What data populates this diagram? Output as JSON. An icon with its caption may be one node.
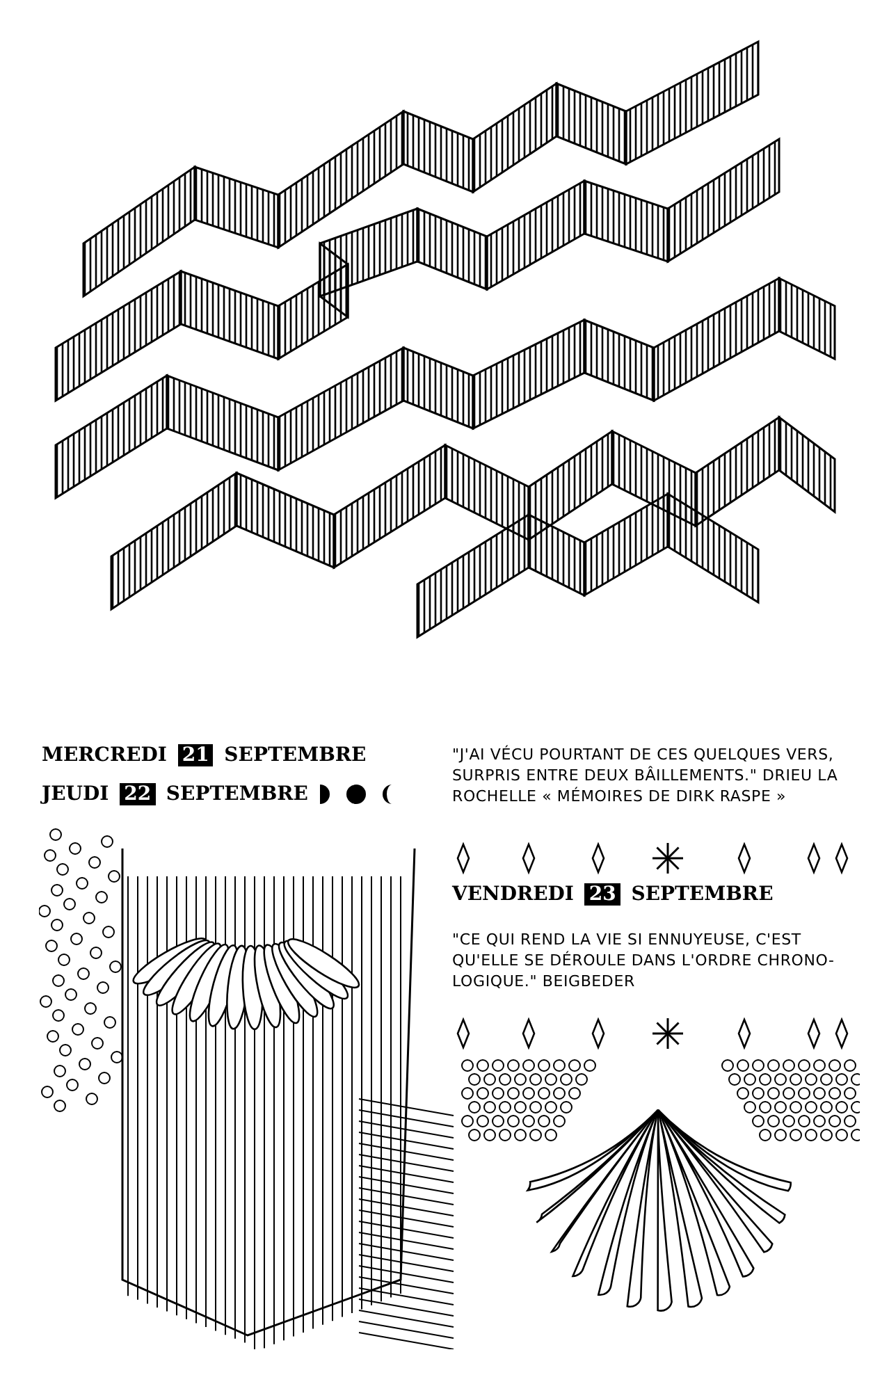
{
  "diagram": {
    "labels": [
      "MERCREDI 21 SEPTEMBRE",
      "JEUDI 22 SEPTEMBRE",
      "\"J'AI VÉCU POURTANT DE CES QUELQUES VERS, SURPRIS ENTRE DEUX BÂILLEMENTS.\" DRIEU LA ROCHELLE « MÉMOIRES DE DIRK RASPE »",
      "VENDREDI 23 SEPTEMBRE",
      "\"CE QUI REND LA VIE SI ENNUYEUSE, C'EST QU'ELLE SE DÉROULE DANS L'ORDRE CHRONO- LOGIQUE.\" BEIGBEDER"
    ]
  }
}
